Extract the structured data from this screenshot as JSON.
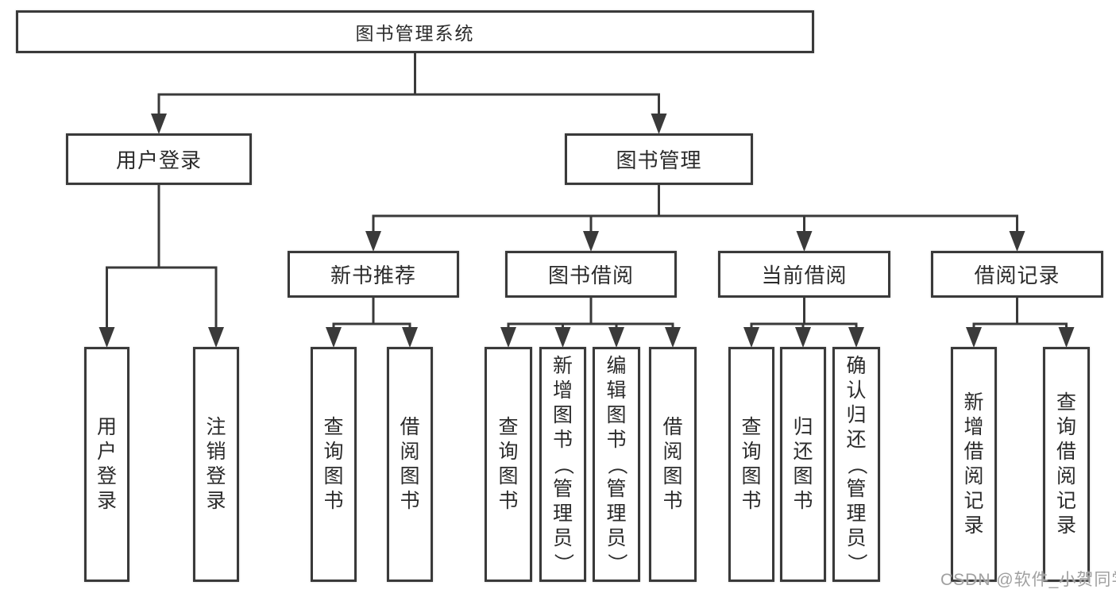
{
  "title": "图书管理系统",
  "watermark": {
    "text": "CSDN @软件_小贺同学"
  },
  "colors": {
    "line": "#3a3a3a",
    "border": "#3a3a3a",
    "text": "#2b2b2b",
    "watermark": "#a0a0a0",
    "background": "#ffffff"
  },
  "nodes": [
    {
      "id": "root",
      "label": "图书管理系统",
      "level": 1,
      "parent": null,
      "vertical": false
    },
    {
      "id": "user-login",
      "label": "用户登录",
      "level": 2,
      "parent": "root",
      "vertical": false
    },
    {
      "id": "book-management",
      "label": "图书管理",
      "level": 2,
      "parent": "root",
      "vertical": false
    },
    {
      "id": "new-book-recommend",
      "label": "新书推荐",
      "level": 3,
      "parent": "book-management",
      "vertical": false
    },
    {
      "id": "book-borrowing",
      "label": "图书借阅",
      "level": 3,
      "parent": "book-management",
      "vertical": false
    },
    {
      "id": "current-borrowing",
      "label": "当前借阅",
      "level": 3,
      "parent": "book-management",
      "vertical": false
    },
    {
      "id": "borrowing-records",
      "label": "借阅记录",
      "level": 3,
      "parent": "book-management",
      "vertical": false
    },
    {
      "id": "user-login-action",
      "label": "用户登录",
      "level": 4,
      "parent": "user-login",
      "vertical": true
    },
    {
      "id": "logout-action",
      "label": "注销登录",
      "level": 4,
      "parent": "user-login",
      "vertical": true
    },
    {
      "id": "query-books-recommend",
      "label": "查询图书",
      "level": 4,
      "parent": "new-book-recommend",
      "vertical": true
    },
    {
      "id": "borrow-books-recommend",
      "label": "借阅图书",
      "level": 4,
      "parent": "new-book-recommend",
      "vertical": true
    },
    {
      "id": "query-books-borrowing",
      "label": "查询图书",
      "level": 4,
      "parent": "book-borrowing",
      "vertical": true
    },
    {
      "id": "add-books-admin",
      "label": "新增图书（管理员）",
      "level": 4,
      "parent": "book-borrowing",
      "vertical": true
    },
    {
      "id": "edit-books-admin",
      "label": "编辑图书（管理员）",
      "level": 4,
      "parent": "book-borrowing",
      "vertical": true
    },
    {
      "id": "borrow-books-borrowing",
      "label": "借阅图书",
      "level": 4,
      "parent": "book-borrowing",
      "vertical": true
    },
    {
      "id": "query-books-current",
      "label": "查询图书",
      "level": 4,
      "parent": "current-borrowing",
      "vertical": true
    },
    {
      "id": "return-books",
      "label": "归还图书",
      "level": 4,
      "parent": "current-borrowing",
      "vertical": true
    },
    {
      "id": "confirm-return-admin",
      "label": "确认归还（管理员）",
      "level": 4,
      "parent": "current-borrowing",
      "vertical": true
    },
    {
      "id": "add-borrowing-record",
      "label": "新增借阅记录",
      "level": 4,
      "parent": "borrowing-records",
      "vertical": true
    },
    {
      "id": "query-borrowing-record",
      "label": "查询借阅记录",
      "level": 4,
      "parent": "borrowing-records",
      "vertical": true
    }
  ]
}
